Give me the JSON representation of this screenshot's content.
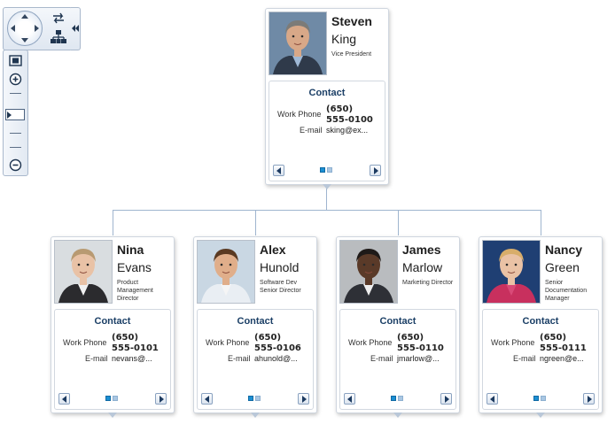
{
  "colors": {
    "connector": "#9fb5cf",
    "contact_heading": "#1b3f66",
    "page_dot_active": "#1b8fd2",
    "page_dot_inactive": "#a9c7e3"
  },
  "navigation": {
    "icons": [
      "pan-up-icon",
      "pan-down-icon",
      "pan-left-icon",
      "pan-right-icon",
      "refresh-icon",
      "hierarchy-layout-icon",
      "collapse-panel-icon"
    ]
  },
  "zoom": {
    "icons": [
      "fit-to-screen-icon",
      "zoom-in-icon",
      "zoom-out-icon"
    ],
    "level_fraction": 0.55
  },
  "cards": [
    {
      "first_name": "Steven",
      "last_name": "King",
      "job_title": "Vice President",
      "contact_heading": "Contact",
      "phone_label": "Work Phone",
      "phone_line1": "(650)",
      "phone_line2": "555-0100",
      "email_label": "E-mail",
      "email_value": "sking@ex...",
      "photo_colors": {
        "bg": "#6f8aa6",
        "skin": "#d8a888",
        "hair": "#7c7b78",
        "suit": "#2f3a4a",
        "shirt": "#9fb9d6"
      }
    },
    {
      "first_name": "Nina",
      "last_name": "Evans",
      "job_title": "Product Management Director",
      "contact_heading": "Contact",
      "phone_label": "Work Phone",
      "phone_line1": "(650)",
      "phone_line2": "555-0101",
      "email_label": "E-mail",
      "email_value": "nevans@...",
      "photo_colors": {
        "bg": "#d9dde0",
        "skin": "#e9c2a6",
        "hair": "#b89a72",
        "suit": "#2b2b2e",
        "shirt": "#f1f1f1"
      }
    },
    {
      "first_name": "Alex",
      "last_name": "Hunold",
      "job_title": "Software Dev Senior Director",
      "contact_heading": "Contact",
      "phone_label": "Work Phone",
      "phone_line1": "(650)",
      "phone_line2": "555-0106",
      "email_label": "E-mail",
      "email_value": "ahunold@...",
      "photo_colors": {
        "bg": "#c9d7e3",
        "skin": "#e0ae8a",
        "hair": "#5a3a22",
        "suit": "#e9eef3",
        "shirt": "#f5f5f5"
      }
    },
    {
      "first_name": "James",
      "last_name": "Marlow",
      "job_title": "Marketing Director",
      "contact_heading": "Contact",
      "phone_label": "Work Phone",
      "phone_line1": "(650)",
      "phone_line2": "555-0110",
      "email_label": "E-mail",
      "email_value": "jmarlow@...",
      "photo_colors": {
        "bg": "#b9bcbf",
        "skin": "#5a3a28",
        "hair": "#1e1a18",
        "suit": "#2e3036",
        "shirt": "#eeeeee"
      }
    },
    {
      "first_name": "Nancy",
      "last_name": "Green",
      "job_title": "Senior Documentation Manager",
      "contact_heading": "Contact",
      "phone_label": "Work Phone",
      "phone_line1": "(650)",
      "phone_line2": "555-0111",
      "email_label": "E-mail",
      "email_value": "ngreen@e...",
      "photo_colors": {
        "bg": "#1f3f73",
        "skin": "#eac2a5",
        "hair": "#d8ad6a",
        "suit": "#c8305e",
        "shirt": "#d94a78"
      }
    }
  ]
}
